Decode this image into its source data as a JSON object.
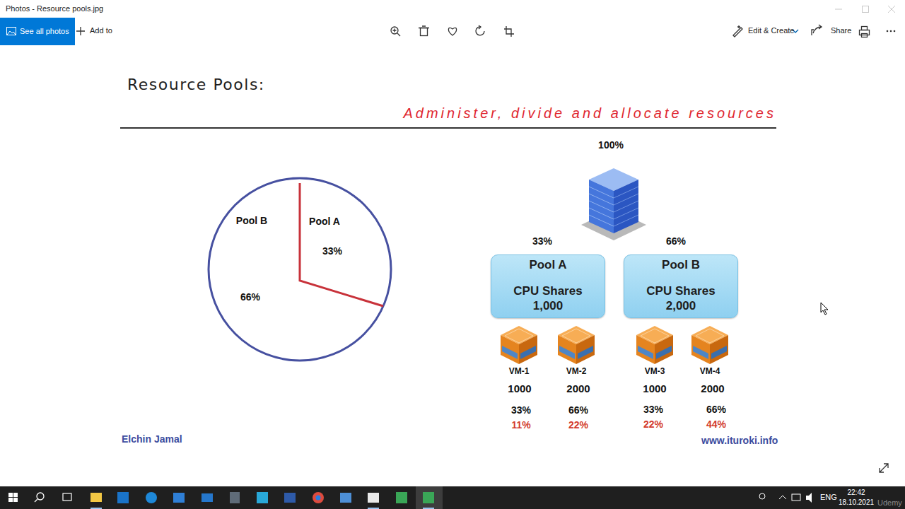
{
  "diagram": {
    "title": "Resource Pools:",
    "nodes": [
      {
        "text": [
          "See all photos"
        ]
      },
      {
        "text": [
          "Pool B",
          "Pool A",
          "33%",
          "66%"
        ]
      },
      {
        "text": [
          "Pool A",
          "CPU Shares",
          "1,000"
        ]
      },
      {
        "text": [
          "Pool B",
          "CPU Shares",
          "2,000"
        ]
      }
    ],
    "labels": [
      "Photos - Resource pools.jpg",
      "Add to",
      "Edit & Create",
      "Share",
      "Administer, divide and allocate resources",
      "100%",
      "33%",
      "66%",
      "VM-1",
      "VM-2",
      "VM-3",
      "VM-4",
      "1000",
      "2000",
      "1000",
      "2000",
      "33%",
      "66%",
      "33%",
      "66%",
      "11%",
      "22%",
      "22%",
      "44%",
      "Elchin Jamal",
      "www.ituroki.info",
      "ENG",
      "22:42",
      "18.10.2021",
      "Udemy"
    ]
  }
}
